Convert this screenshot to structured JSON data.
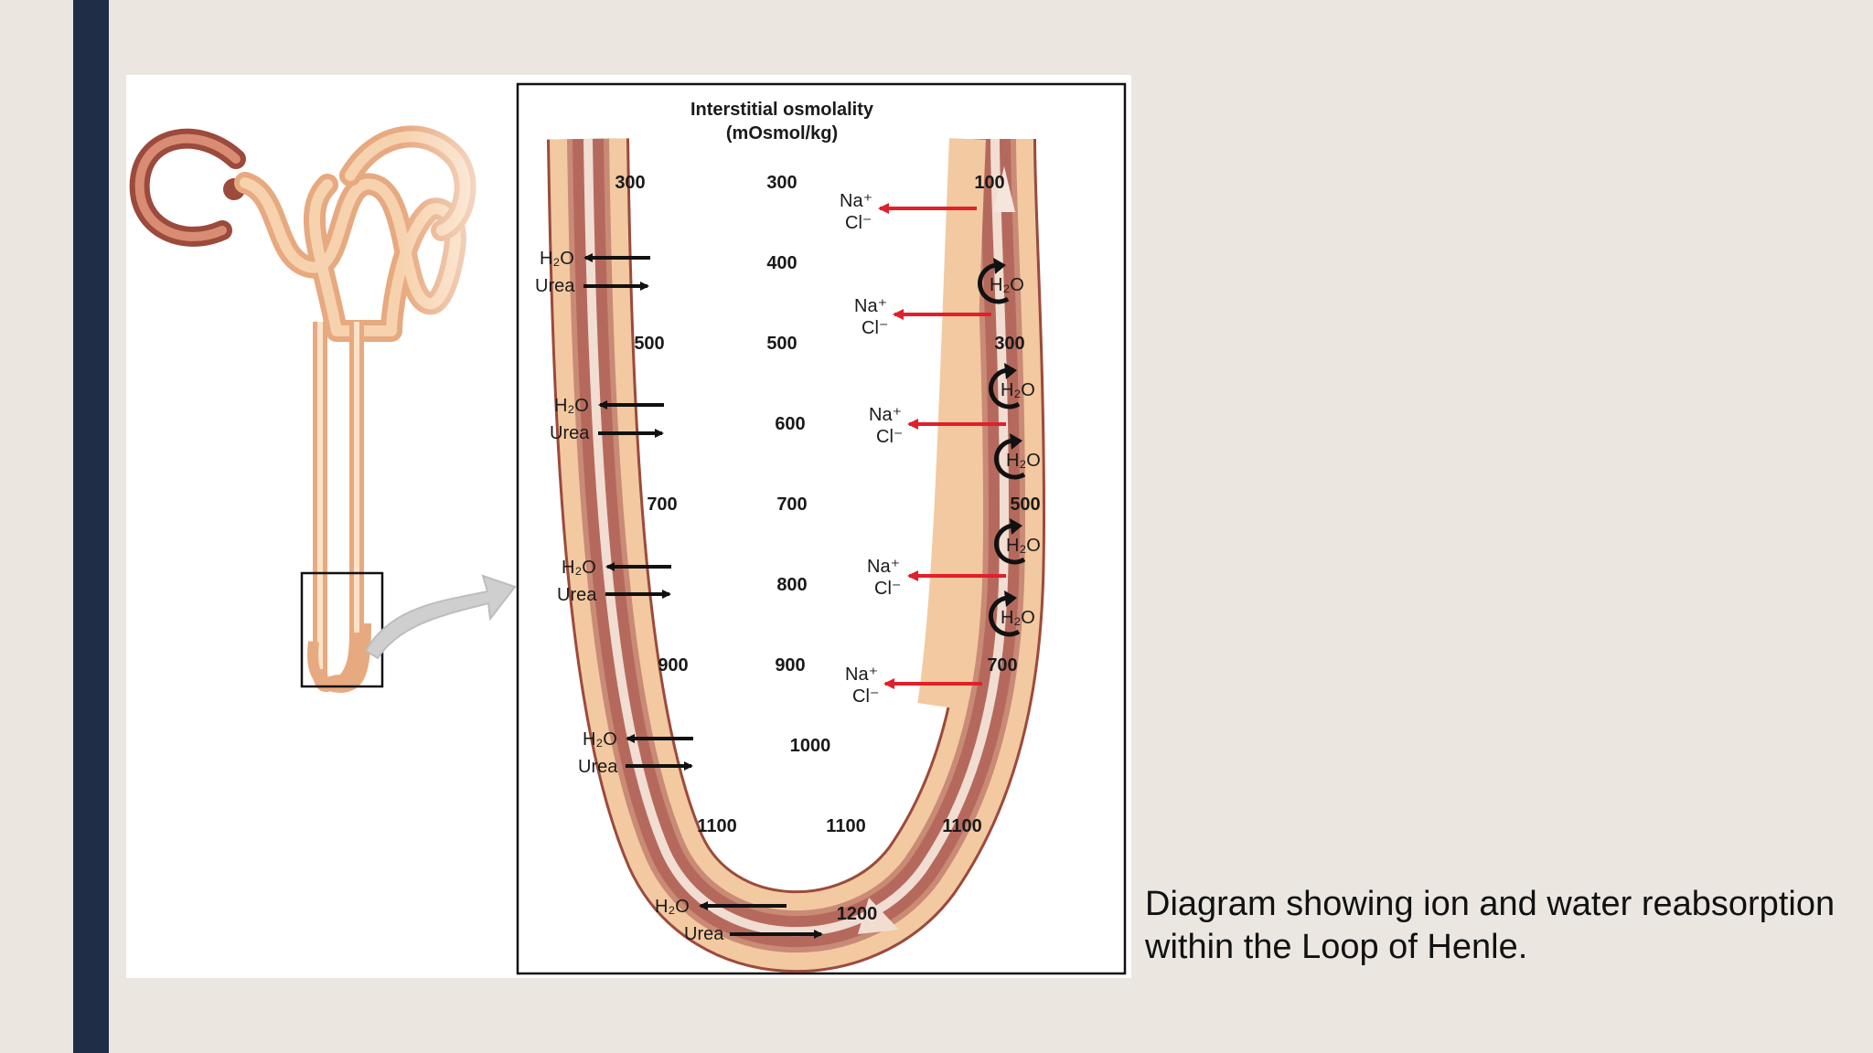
{
  "slide": {
    "caption_line1": "Diagram showing ion and water reabsorption",
    "caption_line2": "within the Loop of Henle.",
    "colors": {
      "sidebar": "#1f2e46",
      "background": "#ebe7e0",
      "tubule": "#f2c9a0",
      "lumen": "#b5695c",
      "arrow_red": "#e0202a",
      "arrow_black": "#111111"
    }
  },
  "diagram": {
    "title_line1": "Interstitial osmolality",
    "title_line2": "(mOsmol/kg)",
    "interstitial": [
      "300",
      "400",
      "500",
      "600",
      "700",
      "800",
      "900",
      "1000",
      "1100",
      "1200"
    ],
    "descending": [
      "300",
      "500",
      "700",
      "900",
      "1100"
    ],
    "ascending": [
      "100",
      "300",
      "500",
      "700",
      "1100"
    ],
    "water": "H₂O",
    "urea": "Urea",
    "sodium": "Na⁺",
    "chloride": "Cl⁻",
    "icons": [
      "nephron-illustration",
      "zoom-arrow",
      "curved-h2o-arrow"
    ]
  }
}
